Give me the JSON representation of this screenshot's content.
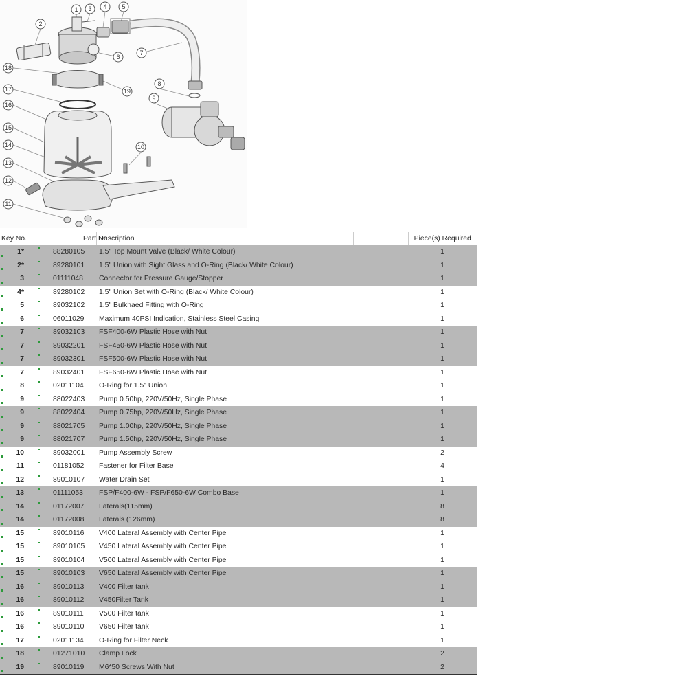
{
  "diagram": {
    "callouts": [
      "1",
      "2",
      "3",
      "4",
      "5",
      "6",
      "7",
      "8",
      "9",
      "10",
      "11",
      "12",
      "13",
      "14",
      "15",
      "16",
      "17",
      "18",
      "19"
    ]
  },
  "table": {
    "headers": {
      "key": "Key No.",
      "part": "Part No.",
      "desc": "Description",
      "qty": "Piece(s) Required"
    },
    "rows": [
      {
        "key": "1*",
        "part": "88280105",
        "desc": "1.5\" Top Mount Valve (Black/ White Colour)",
        "qty": "1",
        "shaded": true
      },
      {
        "key": "2*",
        "part": "89280101",
        "desc": "1.5\" Union with Sight Glass and O-Ring (Black/ White Colour)",
        "qty": "1",
        "shaded": true
      },
      {
        "key": "3",
        "part": "01111048",
        "desc": "Connector for Pressure Gauge/Stopper",
        "qty": "1",
        "shaded": true
      },
      {
        "key": "4*",
        "part": "89280102",
        "desc": "1.5\" Union Set with O-Ring (Black/ White Colour)",
        "qty": "1",
        "shaded": false
      },
      {
        "key": "5",
        "part": "89032102",
        "desc": "1.5\" Bulkhaed Fitting with O-Ring",
        "qty": "1",
        "shaded": false
      },
      {
        "key": "6",
        "part": "06011029",
        "desc": "Maximum 40PSI Indication, Stainless Steel Casing",
        "qty": "1",
        "shaded": false
      },
      {
        "key": "7",
        "part": "89032103",
        "desc": "FSF400-6W Plastic Hose with Nut",
        "qty": "1",
        "shaded": true
      },
      {
        "key": "7",
        "part": "89032201",
        "desc": "FSF450-6W Plastic Hose with Nut",
        "qty": "1",
        "shaded": true
      },
      {
        "key": "7",
        "part": "89032301",
        "desc": "FSF500-6W Plastic Hose with Nut",
        "qty": "1",
        "shaded": true
      },
      {
        "key": "7",
        "part": "89032401",
        "desc": "FSF650-6W Plastic Hose with Nut",
        "qty": "1",
        "shaded": false
      },
      {
        "key": "8",
        "part": "02011104",
        "desc": "O-Ring for 1.5\" Union",
        "qty": "1",
        "shaded": false
      },
      {
        "key": "9",
        "part": "88022403",
        "desc": "Pump 0.50hp, 220V/50Hz, Single Phase",
        "qty": "1",
        "shaded": false
      },
      {
        "key": "9",
        "part": "88022404",
        "desc": "Pump 0.75hp, 220V/50Hz, Single Phase",
        "qty": "1",
        "shaded": true
      },
      {
        "key": "9",
        "part": "88021705",
        "desc": "Pump 1.00hp, 220V/50Hz, Single Phase",
        "qty": "1",
        "shaded": true
      },
      {
        "key": "9",
        "part": "88021707",
        "desc": "Pump 1.50hp, 220V/50Hz, Single Phase",
        "qty": "1",
        "shaded": true
      },
      {
        "key": "10",
        "part": "89032001",
        "desc": "Pump Assembly Screw",
        "qty": "2",
        "shaded": false
      },
      {
        "key": "11",
        "part": "01181052",
        "desc": "Fastener for Filter Base",
        "qty": "4",
        "shaded": false
      },
      {
        "key": "12",
        "part": "89010107",
        "desc": "Water Drain Set",
        "qty": "1",
        "shaded": false
      },
      {
        "key": "13",
        "part": "01111053",
        "desc": "FSP/F400-6W - FSP/F650-6W Combo Base",
        "qty": "1",
        "shaded": true
      },
      {
        "key": "14",
        "part": "01172007",
        "desc": "Laterals(115mm)",
        "qty": "8",
        "shaded": true
      },
      {
        "key": "14",
        "part": "01172008",
        "desc": "Laterals (126mm)",
        "qty": "8",
        "shaded": true
      },
      {
        "key": "15",
        "part": "89010116",
        "desc": "V400 Lateral Assembly with Center Pipe",
        "qty": "1",
        "shaded": false
      },
      {
        "key": "15",
        "part": "89010105",
        "desc": "V450 Lateral Assembly with Center Pipe",
        "qty": "1",
        "shaded": false
      },
      {
        "key": "15",
        "part": "89010104",
        "desc": "V500 Lateral Assembly with Center Pipe",
        "qty": "1",
        "shaded": false
      },
      {
        "key": "15",
        "part": "89010103",
        "desc": "V650 Lateral Assembly with Center Pipe",
        "qty": "1",
        "shaded": true
      },
      {
        "key": "16",
        "part": "89010113",
        "desc": "V400 Filter tank",
        "qty": "1",
        "shaded": true
      },
      {
        "key": "16",
        "part": "89010112",
        "desc": "V450Filter Tank",
        "qty": "1",
        "shaded": true
      },
      {
        "key": "16",
        "part": "89010111",
        "desc": "V500 Filter tank",
        "qty": "1",
        "shaded": false
      },
      {
        "key": "16",
        "part": "89010110",
        "desc": "V650 Filter tank",
        "qty": "1",
        "shaded": false
      },
      {
        "key": "17",
        "part": "02011134",
        "desc": "O-Ring for Filter Neck",
        "qty": "1",
        "shaded": false
      },
      {
        "key": "18",
        "part": "01271010",
        "desc": "Clamp Lock",
        "qty": "2",
        "shaded": true
      },
      {
        "key": "19",
        "part": "89010119",
        "desc": "M6*50 Screws With Nut",
        "qty": "2",
        "shaded": true
      }
    ]
  }
}
